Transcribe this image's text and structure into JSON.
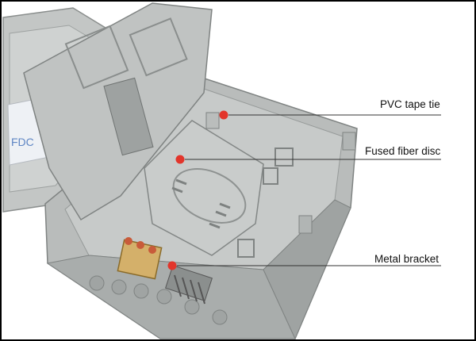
{
  "annotations": {
    "pvc_tape_tie": "PVC tape tie",
    "fused_fiber_disc": "Fused fiber disc",
    "metal_bracket": "Metal bracket"
  },
  "colors": {
    "box_gray": "#b9bcbb",
    "box_shadow": "#8f9392",
    "marker_red": "#e2352b",
    "leader_line": "#333333"
  }
}
